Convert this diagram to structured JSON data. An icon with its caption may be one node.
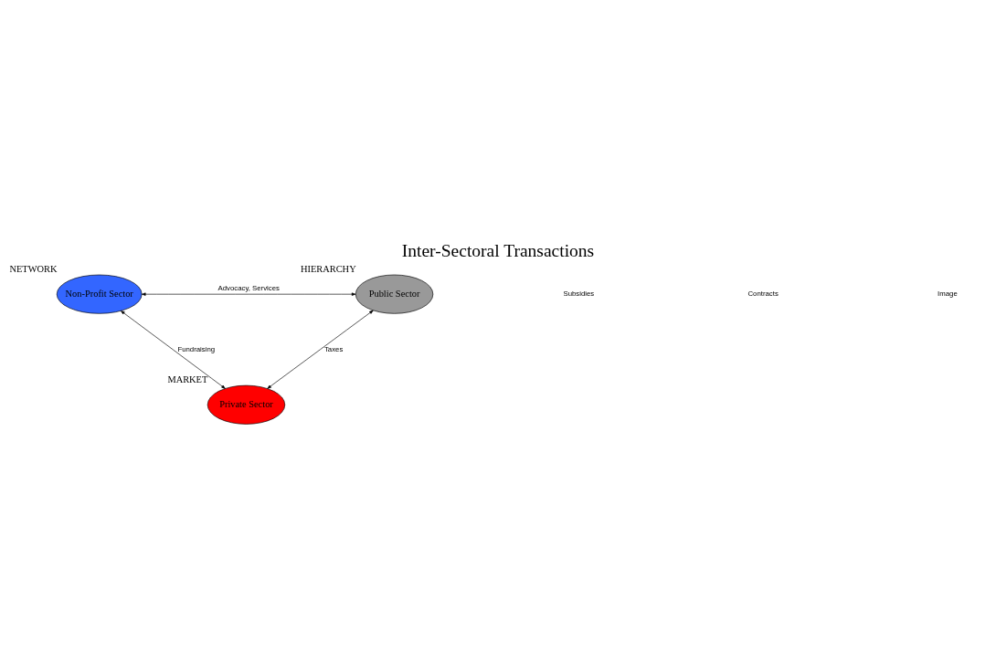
{
  "diagram": {
    "title": "Inter-Sectoral Transactions",
    "nodes": [
      {
        "text": [
          "Non-Profit Sector"
        ],
        "beside": [
          "NETWORK"
        ]
      },
      {
        "text": [
          "Public Sector"
        ],
        "beside": [
          "HIERARCHY"
        ]
      },
      {
        "text": [
          "Private Sector"
        ],
        "beside": [
          "MARKET"
        ]
      }
    ],
    "edges": [
      {
        "from": 0,
        "to": 1,
        "arrow": "both",
        "label": "Advocacy, Services"
      },
      {
        "from": 0,
        "to": 2,
        "arrow": "both",
        "label": "Fundraising"
      },
      {
        "from": 1,
        "to": 2,
        "arrow": "both",
        "label": "Taxes"
      }
    ],
    "labels": [
      "Subsidies",
      "Contracts",
      "Image"
    ]
  }
}
